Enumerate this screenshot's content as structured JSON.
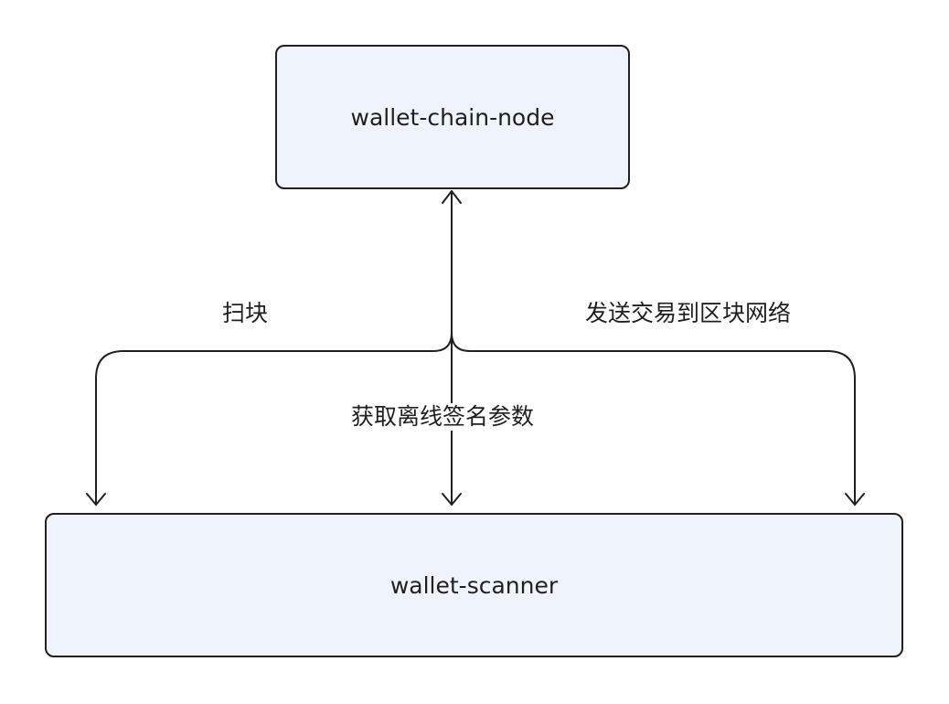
{
  "nodes": {
    "chain_node": {
      "label": "wallet-chain-node"
    },
    "scanner": {
      "label": "wallet-scanner"
    }
  },
  "edges": {
    "scan_blocks": {
      "label": "扫块"
    },
    "fetch_offline_params": {
      "label": "获取离线签名参数"
    },
    "send_transaction": {
      "label": "发送交易到区块网络"
    }
  },
  "colors": {
    "node_fill": "#eff3fc",
    "stroke": "#1f1f1f",
    "background": "#ffffff"
  }
}
